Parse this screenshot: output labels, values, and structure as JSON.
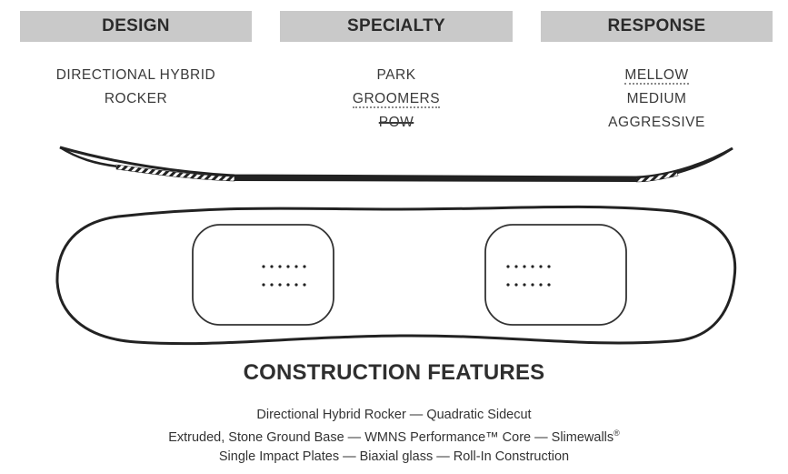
{
  "headers": {
    "design": "DESIGN",
    "specialty": "SPECIALTY",
    "response": "RESPONSE"
  },
  "design": {
    "line1": "DIRECTIONAL HYBRID",
    "line2": "ROCKER"
  },
  "specialty": {
    "items": [
      {
        "label": "PARK",
        "state": "normal"
      },
      {
        "label": "GROOMERS",
        "state": "highlighted"
      },
      {
        "label": "POW",
        "state": "struck"
      }
    ]
  },
  "response": {
    "items": [
      {
        "label": "MELLOW",
        "state": "highlighted"
      },
      {
        "label": "MEDIUM",
        "state": "normal"
      },
      {
        "label": "AGGRESSIVE",
        "state": "normal"
      }
    ]
  },
  "construction": {
    "title": "CONSTRUCTION FEATURES",
    "line1": "Directional Hybrid Rocker — Quadratic Sidecut",
    "line2_text": "Extruded, Stone Ground Base — WMNS Performance™ Core — Slimewalls",
    "line2_mark": "®",
    "line3": "Single Impact Plates — Biaxial glass — Roll-In Construction"
  },
  "colors": {
    "header_bg": "#c9c9c9",
    "text": "#333333",
    "outline": "#222222"
  }
}
